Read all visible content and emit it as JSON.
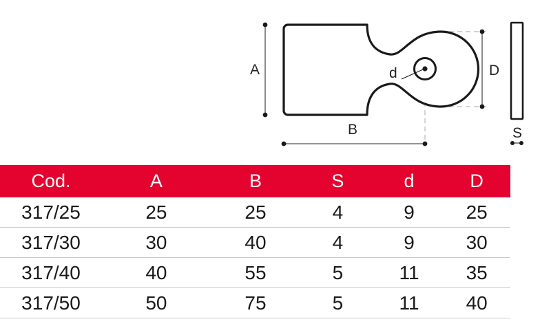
{
  "drawing": {
    "title": "bracket-plate-technical-drawing",
    "labels": {
      "height_dim": "A",
      "length_dim": "B",
      "thickness_dim": "S",
      "hole_dim": "d",
      "boss_dim": "D"
    },
    "line_color": "#1a1a1a",
    "dimension_line_color": "#6e6e6e",
    "hidden_line_color": "#c2c2c2"
  },
  "table": {
    "accent_color": "#E4032E",
    "header_text_color": "#ffffff",
    "rule_color": "#c9c9c9",
    "columns": [
      "Cod.",
      "A",
      "B",
      "S",
      "d",
      "D"
    ],
    "rows": [
      {
        "cod": "317/25",
        "a": "25",
        "b": "25",
        "s": "4",
        "d": "9",
        "dd": "25"
      },
      {
        "cod": "317/30",
        "a": "30",
        "b": "40",
        "s": "4",
        "d": "9",
        "dd": "30"
      },
      {
        "cod": "317/40",
        "a": "40",
        "b": "55",
        "s": "5",
        "d": "11",
        "dd": "35"
      },
      {
        "cod": "317/50",
        "a": "50",
        "b": "75",
        "s": "5",
        "d": "11",
        "dd": "40"
      }
    ]
  }
}
